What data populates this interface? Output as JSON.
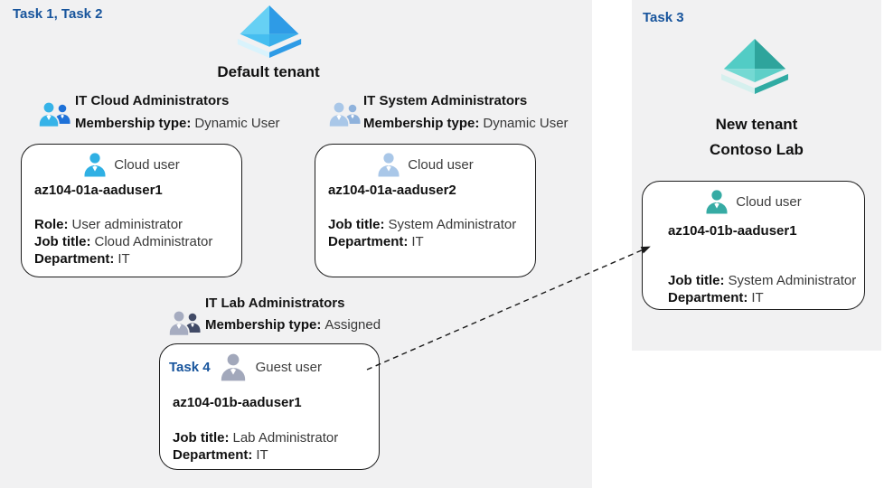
{
  "colors": {
    "background": "#ffffff",
    "panel_fill": "#f1f1f2",
    "task_label_blue": "#17549c",
    "card_border": "#1c1c1c",
    "arrow": "#1a1a1a",
    "tenant_icon_blue": "#2e9be6",
    "tenant_icon_teal": "#2ea49c",
    "group1_icon": "#36b3e8",
    "group2_icon": "#a9c7e8",
    "group3_icon": "#a6acc0",
    "cloud_user_icon_blue": "#2fb0e4",
    "cloud_user_icon_pale": "#a9c7e8",
    "guest_user_icon_gray": "#a2a8bb",
    "cloud_user_icon_teal": "#36aba4"
  },
  "default_tenant": {
    "task_label": "Task 1, Task 2",
    "title": "Default tenant",
    "icon": "azure-ad-tenant-blue-icon"
  },
  "groups": [
    {
      "title": "IT Cloud Administrators",
      "membership_label": "Membership type:",
      "membership_value": "Dynamic User",
      "icon": "group-users-blue-icon"
    },
    {
      "title": "IT System Administrators",
      "membership_label": "Membership type:",
      "membership_value": "Dynamic User",
      "icon": "group-users-pale-icon"
    },
    {
      "title": "IT Lab Administrators",
      "membership_label": "Membership type:",
      "membership_value": "Assigned",
      "icon": "group-users-gray-icon"
    }
  ],
  "cards": [
    {
      "user_type": "Cloud user",
      "name": "az104-01a-aaduser1",
      "details": [
        {
          "label": "Role:",
          "value": "User administrator"
        },
        {
          "label": "Job title:",
          "value": "Cloud Administrator"
        },
        {
          "label": "Department:",
          "value": "IT"
        }
      ]
    },
    {
      "user_type": "Cloud user",
      "name": "az104-01a-aaduser2",
      "details": [
        {
          "label": "Job title:",
          "value": "System Administrator"
        },
        {
          "label": "Department:",
          "value": "IT"
        }
      ]
    },
    {
      "task_label": "Task 4",
      "user_type": "Guest user",
      "name": "az104-01b-aaduser1",
      "details": [
        {
          "label": "Job title:",
          "value": "Lab Administrator"
        },
        {
          "label": "Department:",
          "value": "IT"
        }
      ]
    }
  ],
  "new_tenant": {
    "task_label": "Task 3",
    "title_line1": "New tenant",
    "title_line2": "Contoso Lab",
    "icon": "azure-ad-tenant-teal-icon",
    "card": {
      "user_type": "Cloud user",
      "name": "az104-01b-aaduser1",
      "details": [
        {
          "label": "Job title:",
          "value": "System Administrator"
        },
        {
          "label": "Department:",
          "value": "IT"
        }
      ]
    }
  }
}
